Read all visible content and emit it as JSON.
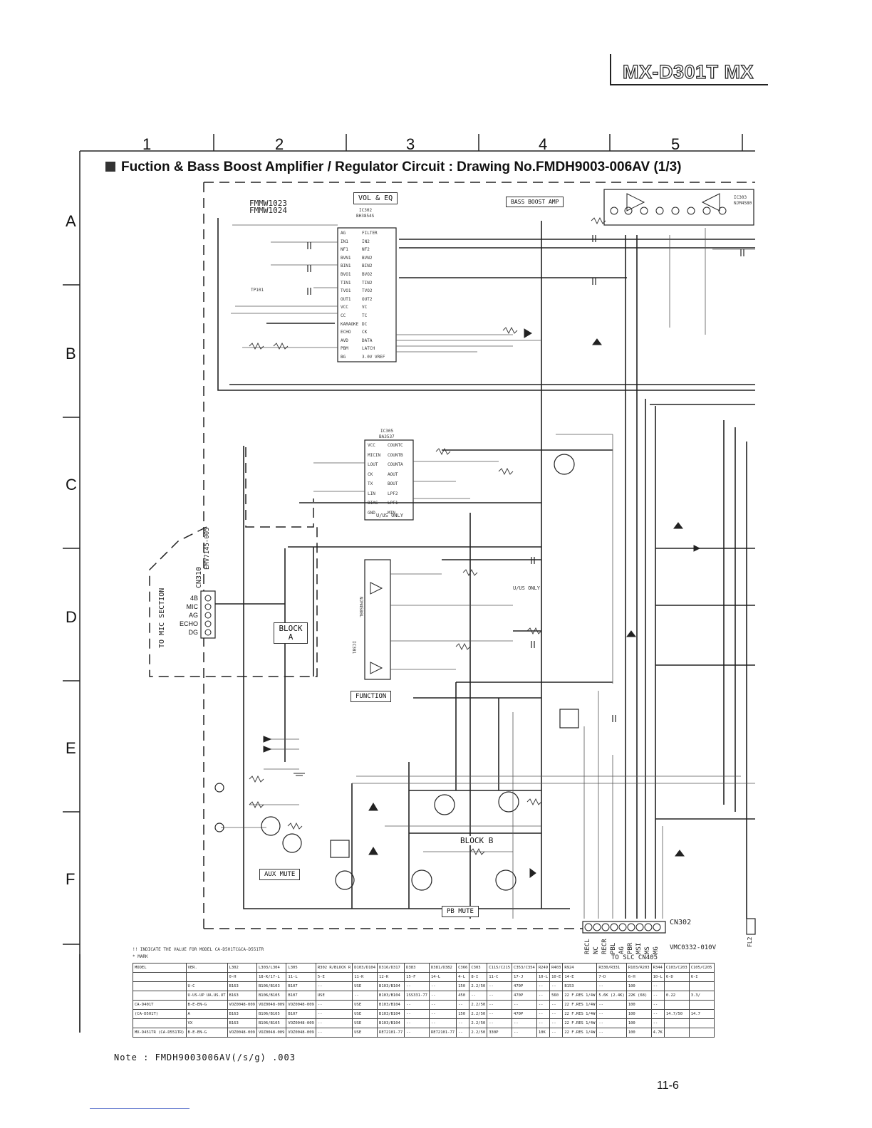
{
  "header": {
    "model": "MX-D301T   MX"
  },
  "grid": {
    "columns": [
      "1",
      "2",
      "3",
      "4",
      "5"
    ],
    "rows": [
      "A",
      "B",
      "C",
      "D",
      "E",
      "F"
    ]
  },
  "title": "Fuction & Bass Boost Amplifier / Regulator Circuit : Drawing No.FMDH9003-006AV (1/3)",
  "labels": {
    "fmmw1": "FMMW1023",
    "fmmw2": "FMMW1024",
    "vol_eq": "VOL & EQ",
    "bass_boost": "BASS BOOST AMP",
    "ic302": "IC302",
    "ic302_part": "BH3854S",
    "ic303": "IC303",
    "ic303_part": "NJM4580",
    "ic305": "IC305",
    "ic305_part": "BA3537",
    "ic301": "IC301",
    "ic301_part": "NJM4580L",
    "block_a": "BLOCK A",
    "block_b": "BLOCK B",
    "function": "FUNCTION",
    "aux_mute": "AUX MUTE",
    "pb_mute": "PB MUTE",
    "cn310": "CN310",
    "cn310_part": "EMV7145-005",
    "to_mic": "TO MIC SECTION",
    "mic_pins": [
      "4B",
      "MIC",
      "AG",
      "ECHO",
      "DG"
    ],
    "cn302": "CN302",
    "cn302_part": "VMC0332-010V",
    "to_slc": "TO SLC CN405",
    "cn302_pins": [
      "RECL",
      "NC",
      "RECR",
      "PBL",
      "AG",
      "PBR",
      "MSI",
      "MS",
      "MG"
    ],
    "us_only": "U/US ONLY",
    "tp101": "TP101",
    "fl2": "FL2"
  },
  "ic302_pins_left": [
    "AG",
    "IN1",
    "NF1",
    "BVN1",
    "BIN1",
    "BVO1",
    "TIN1",
    "TVO1",
    "OUT1",
    "VCC",
    "CC",
    "KARAOKE",
    "ECHO",
    "AVD",
    "PBM",
    "BG"
  ],
  "ic302_pins_right": [
    "FILTER",
    "IN2",
    "NF2",
    "BVN2",
    "BIN2",
    "BVO2",
    "TIN2",
    "TVO2",
    "OUT2",
    "VC",
    "TC",
    "DC",
    "CK",
    "DATA",
    "LATCH",
    "3.0V VREF"
  ],
  "ic305_pins_left": [
    "VCC",
    "MICIN",
    "LOUT",
    "CK",
    "TX",
    "LIN",
    "BIAS",
    "GND"
  ],
  "ic305_pins_right": [
    "COUNTC",
    "COUNTB",
    "COUNTA",
    "AOUT",
    "BOUT",
    "LPF2",
    "LPF1",
    "MIN"
  ],
  "note": "Note : FMDH9003006AV(/s/g) .003",
  "table_caption": "!! INDICATE THE VALUE FOR MODEL CA-D501TC&CA-D551TR",
  "table_mark": "* MARK",
  "table": {
    "headers": [
      "MODEL",
      "VER.",
      "L302",
      "L303/L304",
      "L305",
      "R302 R/BLOCK R",
      "D103/D104",
      "D316/D317",
      "D383",
      "D381/D382",
      "C366",
      "C303",
      "C115/C215",
      "C353/C354",
      "R249",
      "R403",
      "R924",
      "R330/R331",
      "R103/R203",
      "R344",
      "C103/C203",
      "C105/C205"
    ],
    "sub": [
      "",
      "",
      "0-H",
      "18-K/17-L",
      "11-L",
      "5-E",
      "11-K",
      "12-K",
      "15-F",
      "14-L",
      "4-L",
      "8-I",
      "11-C",
      "17-J",
      "10-L",
      "10-E",
      "14-E",
      "7-D",
      "6-H",
      "10-L",
      "6-D",
      "6-I"
    ],
    "rows": [
      [
        "",
        "U-C",
        "B163",
        "B106/B103",
        "B107",
        "--",
        "USE",
        "B103/B104",
        "--",
        "--",
        "150",
        "2.2/50",
        "--",
        "470P",
        "--",
        "--",
        "B153",
        "--",
        "100",
        "--",
        "",
        ""
      ],
      [
        "",
        "U-US-UP UA.US.UT",
        "B163",
        "B106/B105",
        "B107",
        "USE",
        "--",
        "B103/B104",
        "1SS331-77",
        "--",
        "450",
        "--",
        "--",
        "470P",
        "--",
        "560",
        "22 F.RES 1/4W",
        "5.6K (2.4K)",
        "22K (68)",
        "--",
        "0.22",
        "3.3/"
      ],
      [
        "CA-D401T",
        "B-E-EN-G",
        "VOZ0048-009",
        "VOZ0048-009",
        "VOZ0048-009",
        "--",
        "USE",
        "B103/B104",
        "--",
        "--",
        "--",
        "2.2/50",
        "--",
        "--",
        "--",
        "--",
        "22 F.RES 1/4W",
        "--",
        "100",
        "--",
        "",
        ""
      ],
      [
        "(CA-D501T)",
        "A",
        "B163",
        "B106/B105",
        "B107",
        "--",
        "USE",
        "B103/B104",
        "--",
        "--",
        "150",
        "2.2/50",
        "--",
        "470P",
        "--",
        "--",
        "22 F.RES 1/4W",
        "--",
        "100",
        "--",
        "14.7/50",
        "14.7"
      ],
      [
        "",
        "VX",
        "B163",
        "B106/B105",
        "VOZ0048-009",
        "--",
        "USE",
        "B103/B104",
        "--",
        "--",
        "--",
        "2.2/50",
        "--",
        "--",
        "--",
        "--",
        "22 F.RES 1/4W",
        "--",
        "100",
        "--",
        "",
        ""
      ],
      [
        "MX-D451TR (CA-D551TR)",
        "B-E-EN-G",
        "VOZ0048-009",
        "VOZ0048-009",
        "VOZ0048-009",
        "--",
        "USE",
        "RE72101-77",
        "--",
        "RE72101-77",
        "--",
        "2.2/50",
        "330P",
        "--",
        "10K",
        "--",
        "22 F.RES 1/4W",
        "--",
        "100",
        "4.7K",
        "",
        ""
      ]
    ]
  },
  "page_number": "11-6"
}
